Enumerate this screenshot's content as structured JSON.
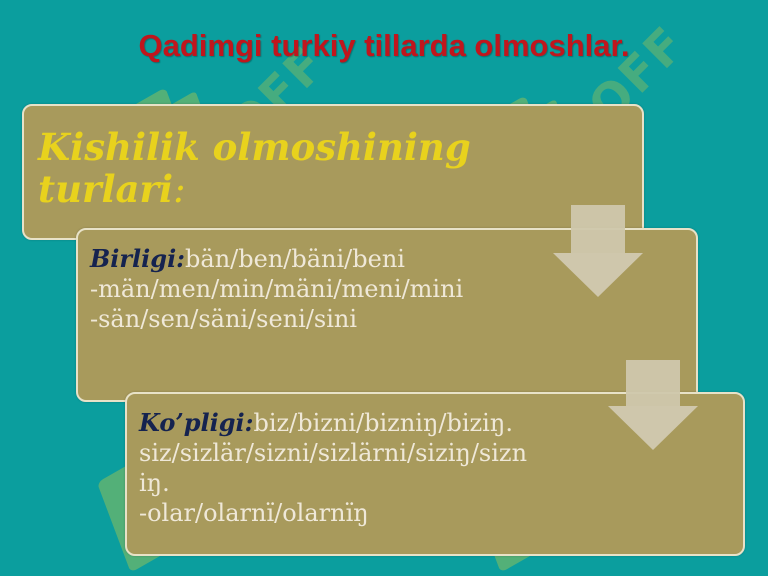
{
  "title": "Qadimgi turkiy tillarda olmoshlar.",
  "watermark": "SOFF",
  "box1": {
    "heading_line1": "Kishilik olmoshining",
    "heading_line2": "turlari",
    "heading_colon": ":"
  },
  "box2": {
    "label": "Birligi:",
    "line1": "bän/ben/bäni/beni",
    "line2": "-män/men/min/mäni/meni/mini",
    "line3": "-sän/sen/säni/seni/sini"
  },
  "box3": {
    "label": "Ko’pligi:",
    "line1": "biz/bizni/bizniŋ/biziŋ.",
    "line2": "siz/sizlär/sizni/sizlärni/siziŋ/sizn",
    "line3": "iŋ.",
    "line4": "-olar/olarnï/olarnïŋ"
  },
  "colors": {
    "background": "#0b9e9e",
    "title": "#c0161d",
    "box": "#a89a5c",
    "heading": "#e8d21d",
    "label": "#15234f",
    "arrow": "#cfc7ac"
  }
}
